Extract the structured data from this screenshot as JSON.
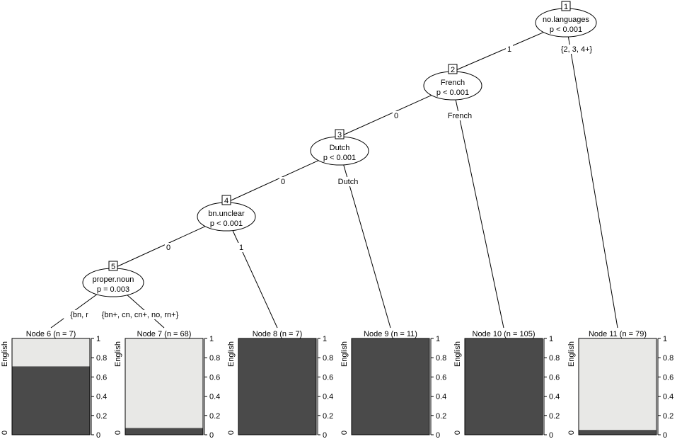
{
  "nodes": [
    {
      "id": "1",
      "variable": "no.languages",
      "pvalue": "p < 0.001"
    },
    {
      "id": "2",
      "variable": "French",
      "pvalue": "p < 0.001"
    },
    {
      "id": "3",
      "variable": "Dutch",
      "pvalue": "p < 0.001"
    },
    {
      "id": "4",
      "variable": "bn.unclear",
      "pvalue": "p < 0.001"
    },
    {
      "id": "5",
      "variable": "proper.noun",
      "pvalue": "p = 0.003"
    }
  ],
  "edges": [
    {
      "from": "1",
      "to": "2",
      "label": "1"
    },
    {
      "from": "1",
      "to": "11",
      "label": "{2, 3, 4+}"
    },
    {
      "from": "2",
      "to": "3",
      "label": "0"
    },
    {
      "from": "2",
      "to": "10",
      "label": "French"
    },
    {
      "from": "3",
      "to": "4",
      "label": "0"
    },
    {
      "from": "3",
      "to": "9",
      "label": "Dutch"
    },
    {
      "from": "4",
      "to": "5",
      "label": "0"
    },
    {
      "from": "4",
      "to": "8",
      "label": "1"
    },
    {
      "from": "5",
      "to": "6",
      "label": "{bn, rn}"
    },
    {
      "from": "5",
      "to": "7",
      "label": "{bn+, cn, cn+, no, rn+}"
    }
  ],
  "terminals": [
    {
      "id": "6",
      "title": "Node 6 (n = 7)",
      "english_share": 0.71
    },
    {
      "id": "7",
      "title": "Node 7 (n = 68)",
      "english_share": 0.07
    },
    {
      "id": "8",
      "title": "Node 8 (n = 7)",
      "english_share": 1.0
    },
    {
      "id": "9",
      "title": "Node 9 (n = 11)",
      "english_share": 1.0
    },
    {
      "id": "10",
      "title": "Node 10 (n = 105)",
      "english_share": 1.0
    },
    {
      "id": "11",
      "title": "Node 11 (n = 79)",
      "english_share": 0.05
    }
  ],
  "axis": {
    "ylabel": "English",
    "left_tick": "0",
    "ticks": [
      "0",
      "0.2",
      "0.4",
      "0.6",
      "0.8",
      "1"
    ]
  },
  "colors": {
    "dark": "#4a4a4a",
    "light": "#e8e8e6",
    "line": "#000000"
  }
}
